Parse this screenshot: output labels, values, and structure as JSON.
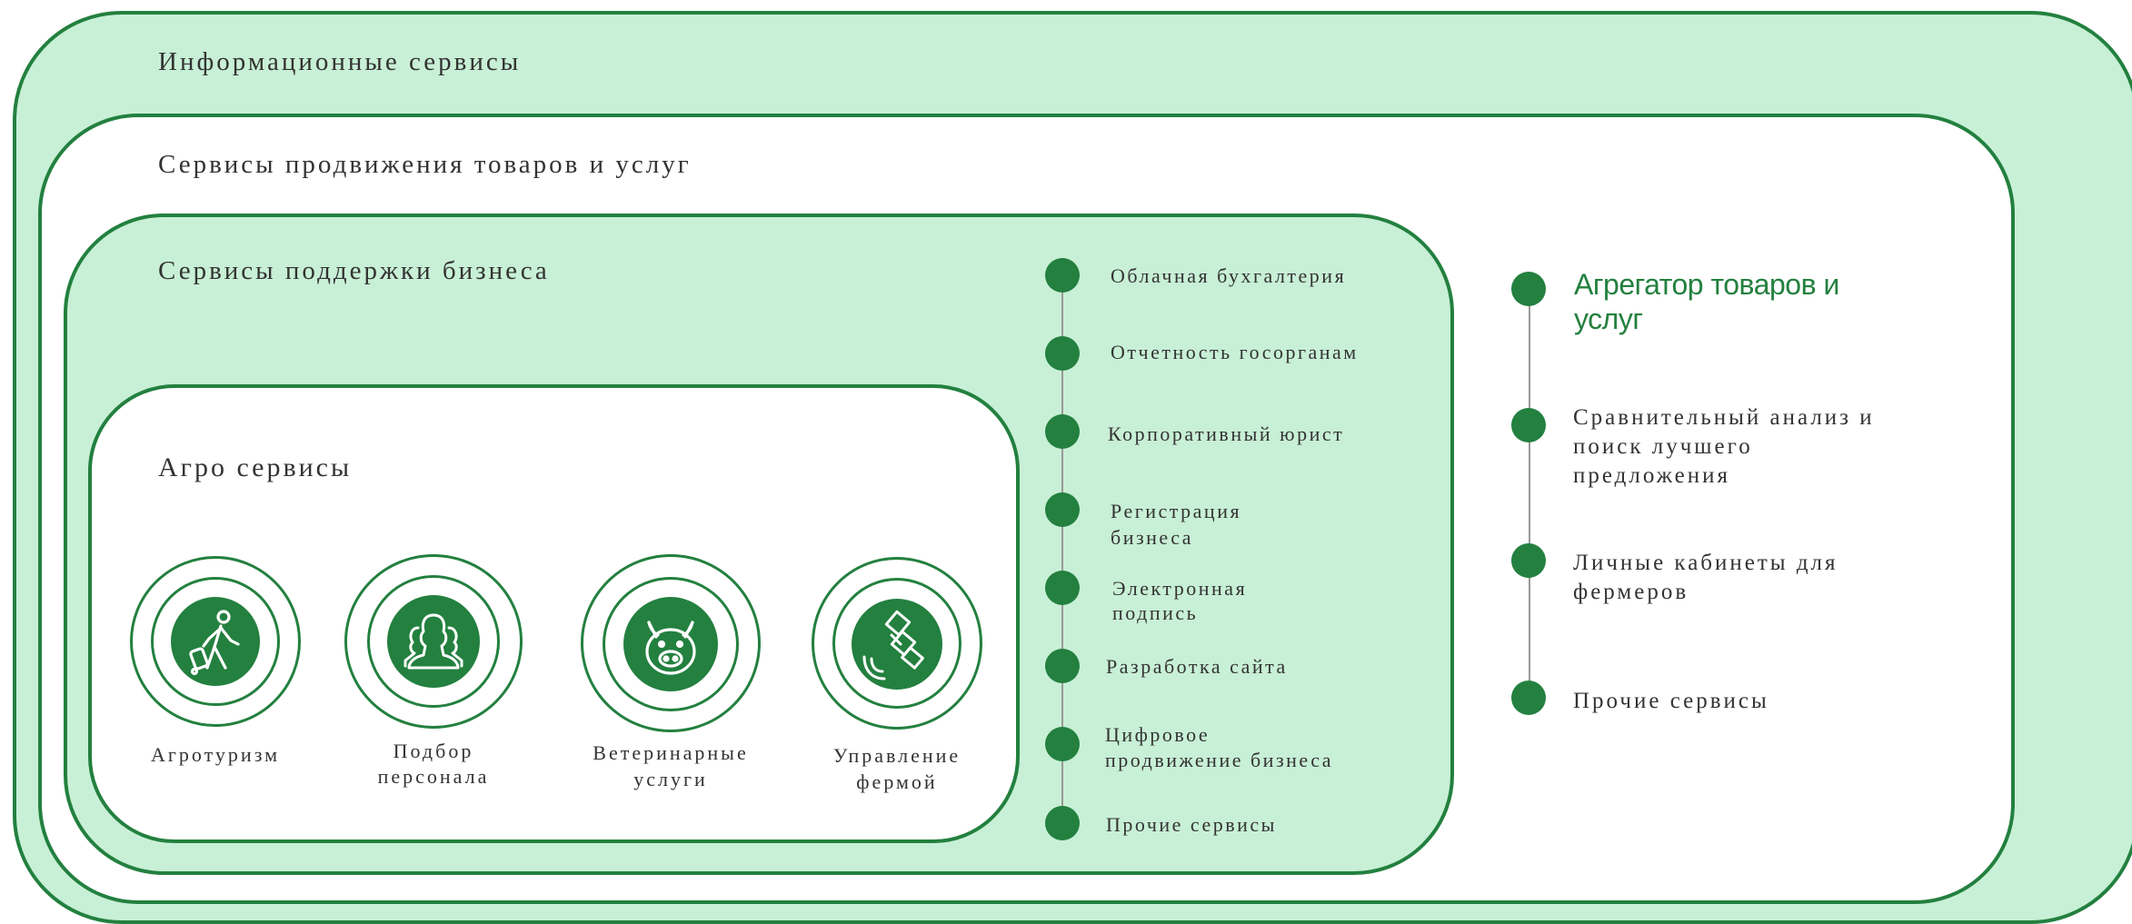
{
  "titles": {
    "info": "Информационные сервисы",
    "promo": "Сервисы продвижения товаров и услуг",
    "biz": "Сервисы поддержки бизнеса",
    "agro": "Агро сервисы"
  },
  "agro_items": [
    {
      "label_1": "Агротуризм",
      "label_2": "",
      "icon": "hiker-icon"
    },
    {
      "label_1": "Подбор",
      "label_2": "персонала",
      "icon": "people-icon"
    },
    {
      "label_1": "Ветеринарные",
      "label_2": "услуги",
      "icon": "pig-icon"
    },
    {
      "label_1": "Управление",
      "label_2": "фермой",
      "icon": "satellite-icon"
    }
  ],
  "business_services": [
    {
      "line_1": "Облачная бухгалтерия",
      "line_2": ""
    },
    {
      "line_1": "Отчетность госорганам",
      "line_2": ""
    },
    {
      "line_1": "Корпоративный юрист",
      "line_2": ""
    },
    {
      "line_1": "Регистрация",
      "line_2": "бизнеса"
    },
    {
      "line_1": "Электронная",
      "line_2": "подпись"
    },
    {
      "line_1": "Разработка сайта",
      "line_2": ""
    },
    {
      "line_1": "Цифровое",
      "line_2": "продвижение бизнеса"
    },
    {
      "line_1": "Прочие сервисы",
      "line_2": ""
    }
  ],
  "aggregator": {
    "title_1": "Агрегатор товаров и",
    "title_2": "услуг",
    "items": [
      {
        "line_1": "Сравнительный анализ и",
        "line_2": "поиск лучшего",
        "line_3": "предложения"
      },
      {
        "line_1": "Личные кабинеты для",
        "line_2": "фермеров",
        "line_3": ""
      },
      {
        "line_1": "Прочие сервисы",
        "line_2": "",
        "line_3": ""
      }
    ]
  },
  "colors": {
    "accent": "#23803f",
    "light_green": "#c8f0d6",
    "text": "#333333"
  }
}
